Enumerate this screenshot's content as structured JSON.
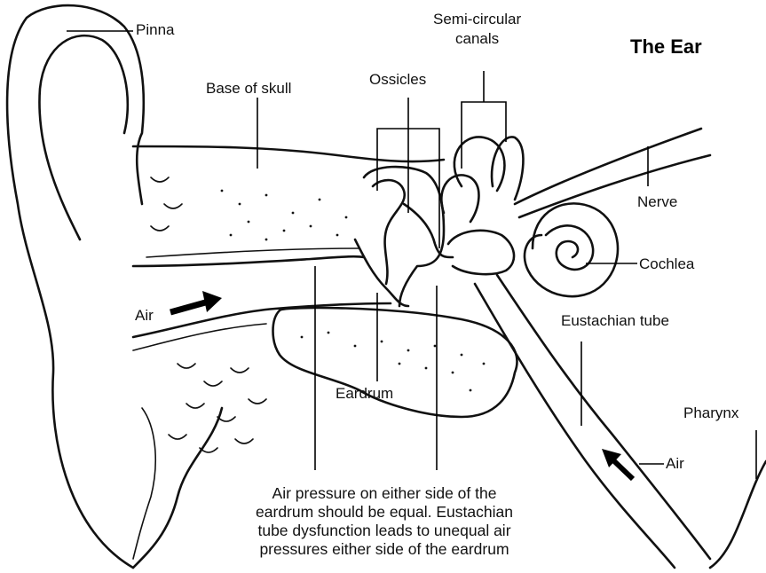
{
  "title": "The Ear",
  "labels": {
    "pinna": "Pinna",
    "semicircular_line1": "Semi-circular",
    "semicircular_line2": "canals",
    "base_of_skull": "Base of skull",
    "ossicles": "Ossicles",
    "nerve": "Nerve",
    "cochlea": "Cochlea",
    "air_outer": "Air",
    "eustachian_tube": "Eustachian tube",
    "eardrum": "Eardrum",
    "pharynx": "Pharynx",
    "air_tube": "Air"
  },
  "note": {
    "line1": "Air pressure on either side of the",
    "line2": "eardrum should be equal. Eustachian",
    "line3": "tube dysfunction leads to unequal air",
    "line4": "pressures either side of the eardrum"
  }
}
